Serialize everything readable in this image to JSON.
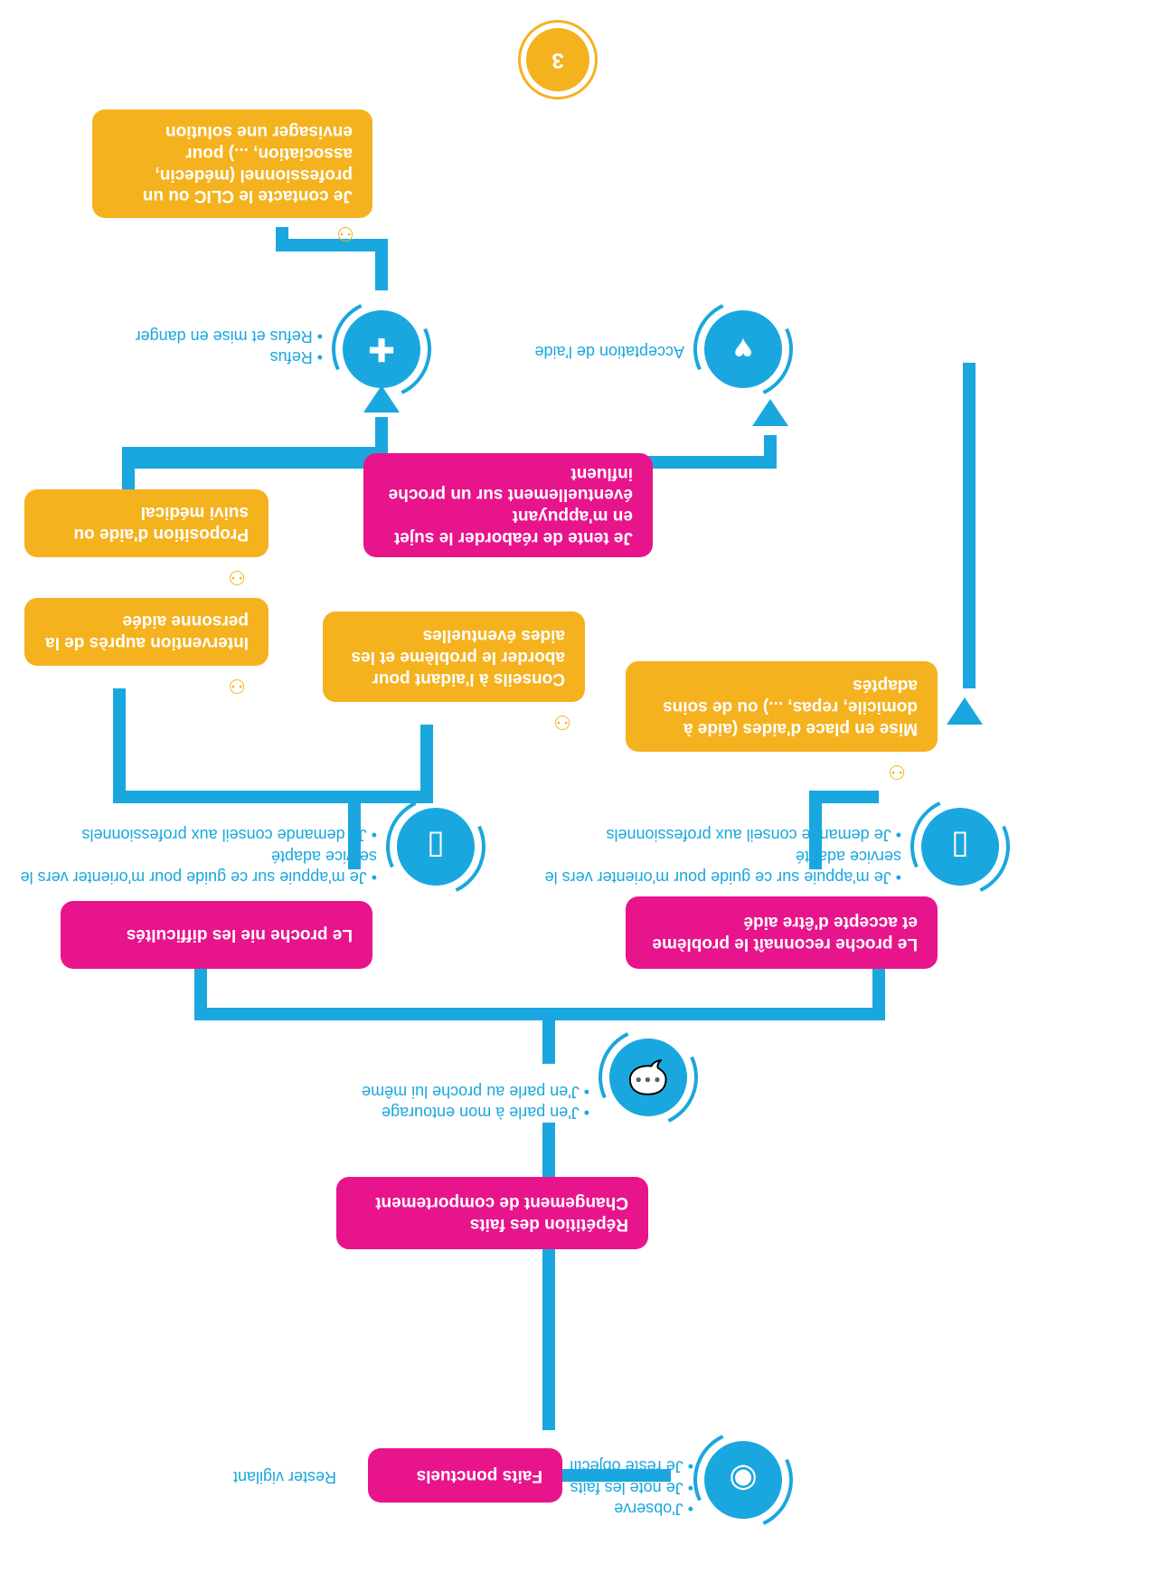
{
  "page_number": "3",
  "colors": {
    "blue": "#1aa7df",
    "pink": "#e8148c",
    "orange": "#f5b21f"
  },
  "start": {
    "icon": "eye-icon",
    "bullets": [
      "J'observe",
      "Je note les faits",
      "Je reste objectif"
    ]
  },
  "faits_ponctuels": "Faits ponctuels",
  "rester_vigilant": "Rester vigilant",
  "repetition": "Répétition des faits\nChangement de comportement",
  "talk": {
    "icon": "speech-bubbles-icon",
    "bullets": [
      "J'en parle à mon entourage",
      "J'en parle au proche lui même"
    ]
  },
  "left_branch": {
    "condition": "Le proche reconnaît le problème\net accepte d'être aidé",
    "guide_icon": "guide-book-icon",
    "guide_bullets": [
      "Je m'appuie sur ce guide pour m'orienter vers le service adapté",
      "Je demande conseil aux professionnels"
    ],
    "action": "Mise en place d'aides (aide à domicile, repas, ...) ou de soins adaptés",
    "acceptance_icon": "caring-hands-icon",
    "acceptance_text": "Acceptation de l'aide"
  },
  "right_branch": {
    "condition": "Le proche nie les difficultés",
    "guide_icon": "guide-book-icon",
    "guide_bullets": [
      "Je m'appuie sur ce guide pour m'orienter vers le service adapté",
      "Je demande conseil aux professionnels"
    ],
    "conseils": "Conseils à l'aidant pour aborder le problème et les aides éventuelles",
    "intervention": "Intervention auprès de la personne aidée",
    "retente": "Je tente de réaborder le sujet en m'appuyant éventuellement sur un proche influent",
    "proposition": "Proposition d'aide ou suivi médical",
    "refus_icon": "medical-case-icon",
    "refus_bullets": [
      "Refus",
      "Refus et mise en danger"
    ],
    "contact": "Je contacte le CLIC ou un professionnel (médecin, association, ...) pour envisager une solution"
  }
}
